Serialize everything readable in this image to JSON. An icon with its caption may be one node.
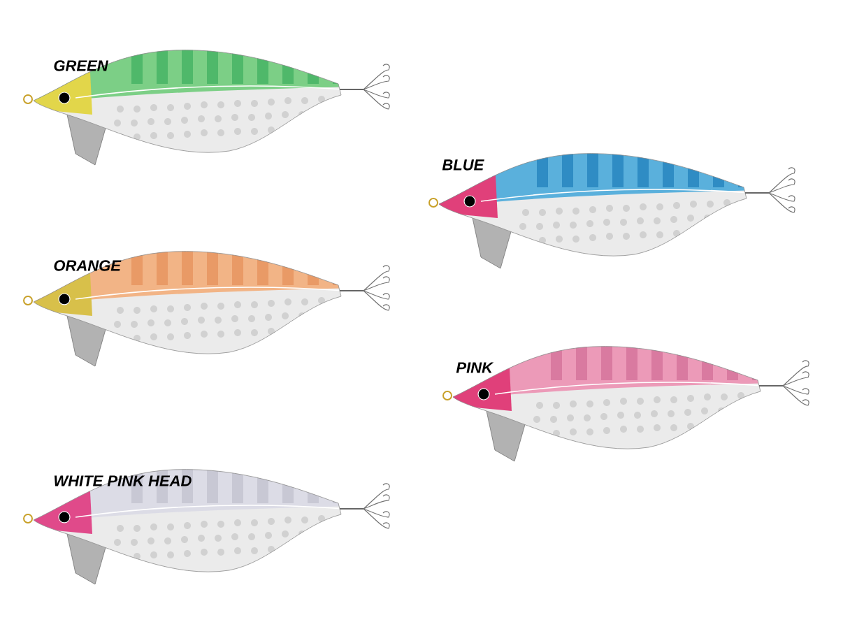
{
  "diagram": {
    "labels": [
      "GREEN",
      "BLUE",
      "ORANGE",
      "PINK",
      "WHITE PINK HEAD"
    ]
  }
}
